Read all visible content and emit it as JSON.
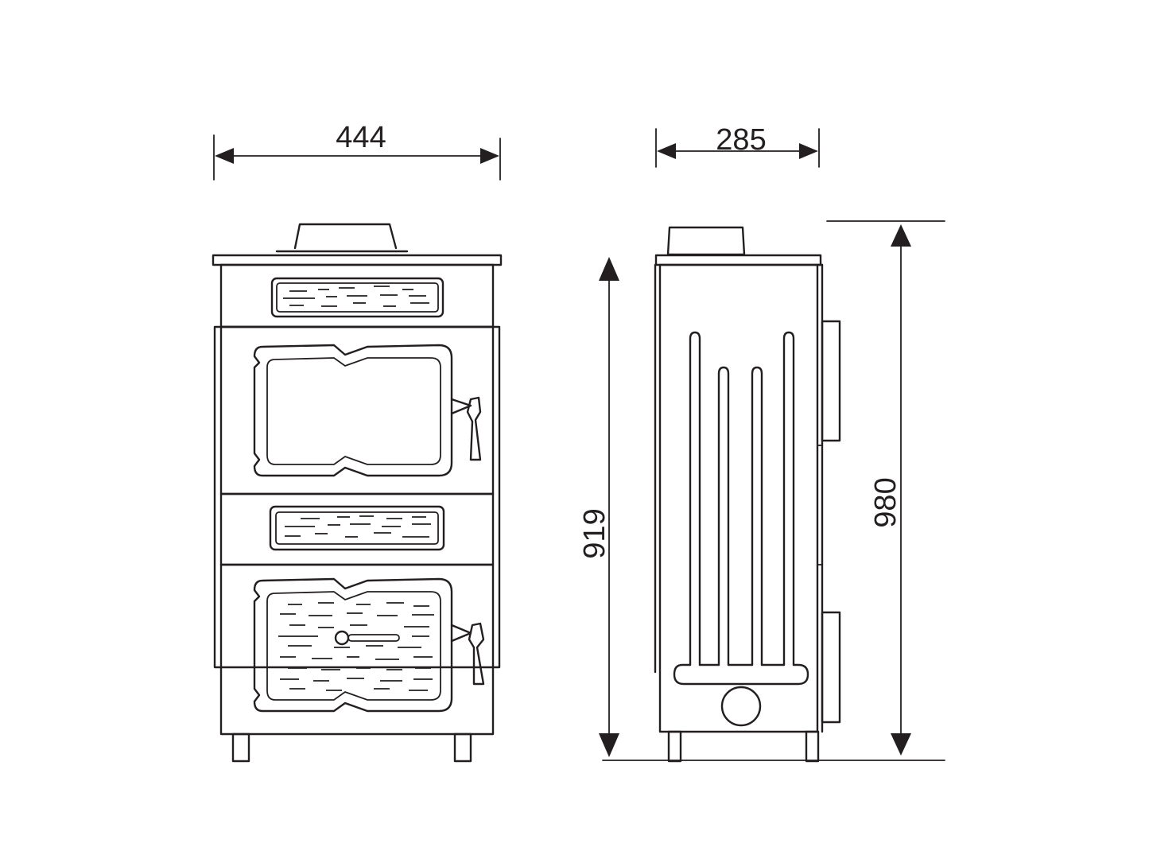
{
  "dimensions": {
    "front_width": "444",
    "side_depth": "285",
    "body_height": "919",
    "total_height": "980"
  },
  "colors": {
    "line": "#231f20",
    "background": "#ffffff"
  }
}
